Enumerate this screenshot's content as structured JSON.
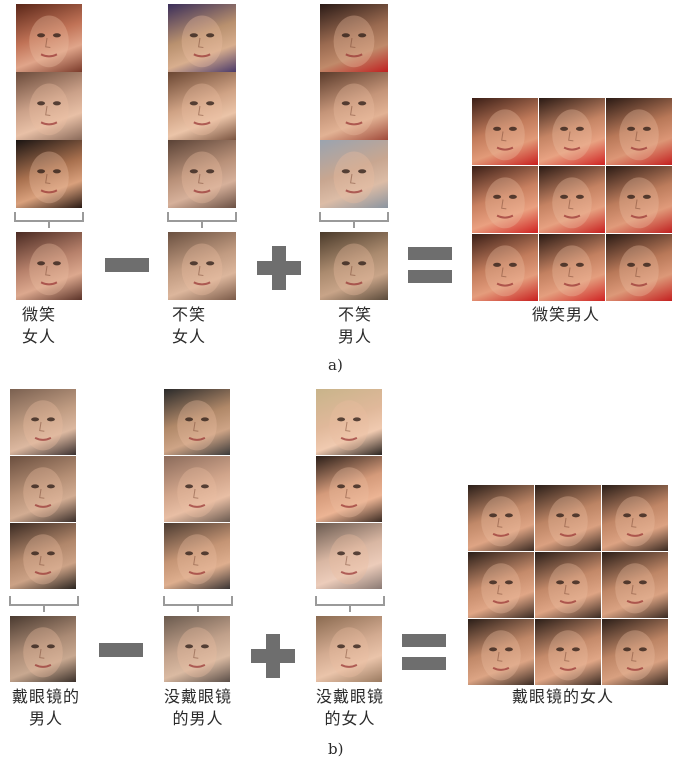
{
  "panel_a": {
    "label_1": "微笑\n女人",
    "label_2": "不笑\n女人",
    "label_3": "不笑\n男人",
    "result_label": "微笑男人",
    "caption": "a)"
  },
  "panel_b": {
    "label_1": "戴眼镜的\n男人",
    "label_2": "没戴眼镜\n的男人",
    "label_3": "没戴眼镜\n的女人",
    "result_label": "戴眼镜的女人",
    "caption": "b)"
  },
  "colors": {
    "operator": "#6e6e6e",
    "bracket": "#9a9a9a",
    "background": "#ffffff"
  }
}
